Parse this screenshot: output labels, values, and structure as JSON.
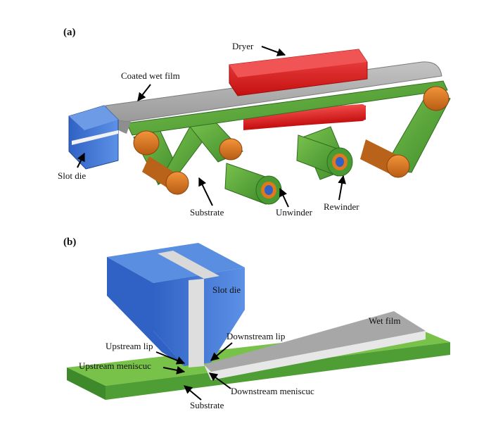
{
  "figure": {
    "panel_a": {
      "label": "(a)",
      "dryer": "Dryer",
      "coated_wet_film": "Coated wet film",
      "slot_die": "Slot die",
      "substrate": "Substrate",
      "unwinder": "Unwinder",
      "rewinder": "Rewinder"
    },
    "panel_b": {
      "label": "(b)",
      "slot_die": "Slot die",
      "wet_film": "Wet film",
      "upstream_lip": "Upstream lip",
      "downstream_lip": "Downstream lip",
      "upstream_meniscus": "Upstream meniscuc",
      "downstream_meniscus": "Downstream meniscuc",
      "substrate": "Substrate"
    }
  },
  "colors": {
    "die_blue": "#4a7fd6",
    "film_gray": "#a9a9a9",
    "substrate_green": "#5aa83c",
    "dryer_red": "#e01b1b",
    "roller_orange": "#e0781e"
  }
}
